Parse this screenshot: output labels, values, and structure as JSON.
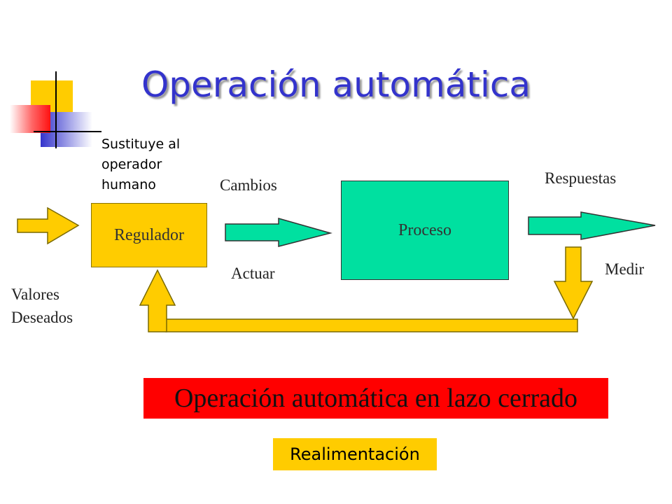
{
  "slide": {
    "title": "Operación automática",
    "note": "Sustituye al operador humano",
    "regulator_label": "Regulador",
    "process_label": "Proceso",
    "label_changes": "Cambios",
    "label_act": "Actuar",
    "label_responses": "Respuestas",
    "label_measure": "Medir",
    "label_desired_line1": "Valores",
    "label_desired_line2": "Deseados",
    "banner": "Operación automática en lazo cerrado",
    "feedback": "Realimentación"
  },
  "colors": {
    "title": "#3333cc",
    "regulator_fill": "#ffcc00",
    "process_fill": "#00e0a0",
    "banner_fill": "#ff0000",
    "arrow_yellow": "#ffcc00",
    "arrow_green": "#00e0a0",
    "logo_yellow": "#ffcc00",
    "logo_blue": "#3333cc",
    "logo_red": "#ff3333"
  },
  "icons": {
    "logo": "overlapping-squares-logo"
  }
}
